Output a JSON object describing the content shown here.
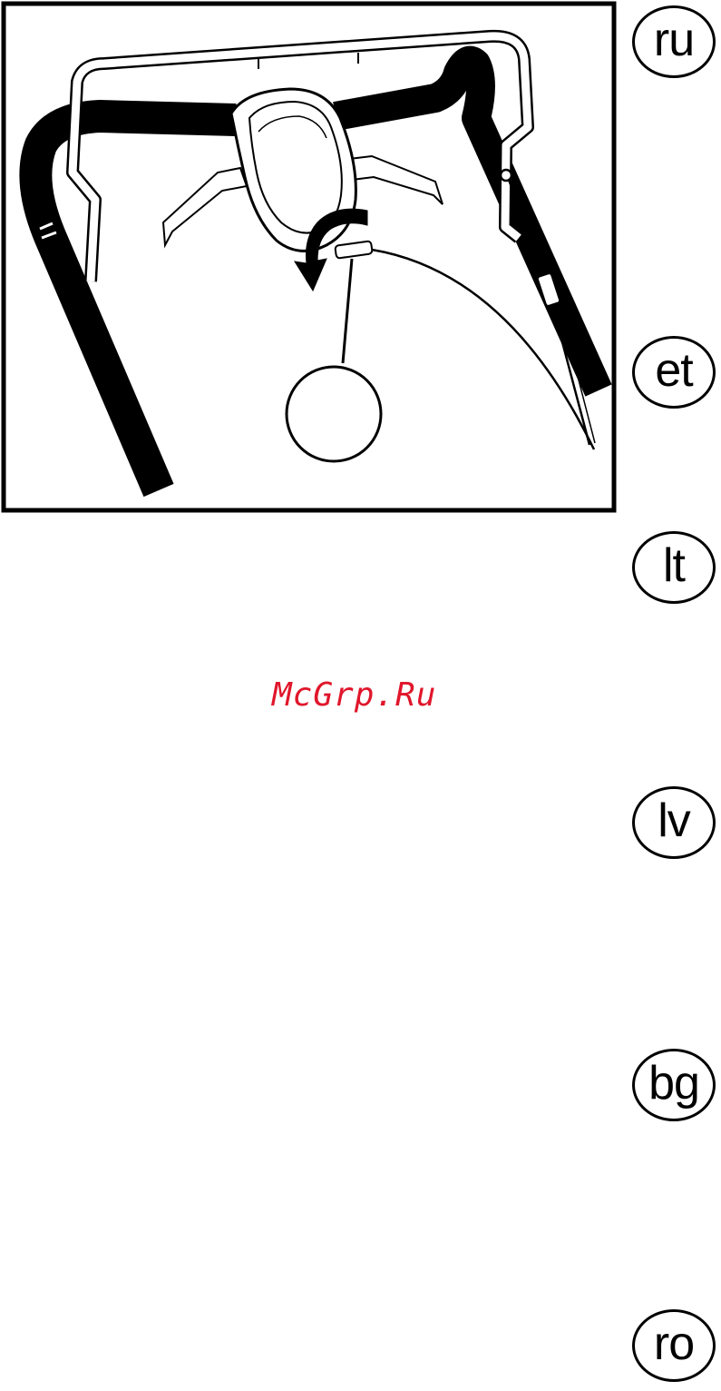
{
  "figure": {
    "description_icon": "lawnmower-handle-bar-with-switch-box-and-cable"
  },
  "languages": [
    "ru",
    "et",
    "lt",
    "lv",
    "bg",
    "ro"
  ],
  "watermark": "McGrp.Ru",
  "colors": {
    "line": "#000000",
    "watermark": "#e0162b",
    "background": "#ffffff"
  }
}
